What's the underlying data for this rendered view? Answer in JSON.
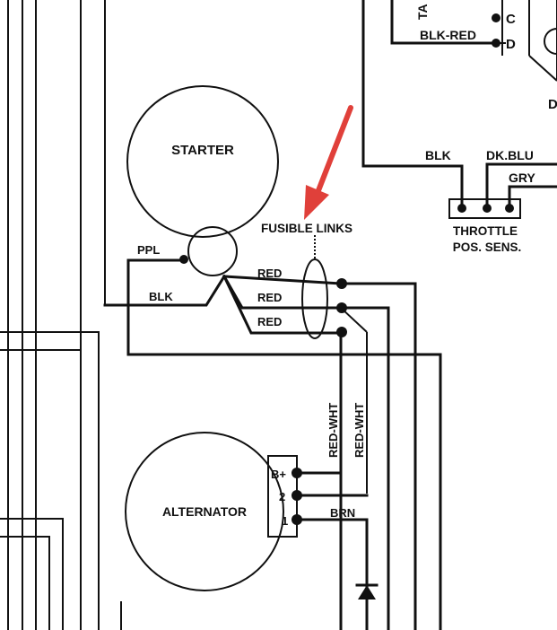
{
  "colors": {
    "ink": "#111111",
    "background": "#ffffff",
    "annotation_arrow": "#e0403a"
  },
  "components": {
    "starter": "STARTER",
    "alternator": "ALTERNATOR",
    "fusible_links": "FUSIBLE LINKS",
    "throttle_line1": "THROTTLE",
    "throttle_line2": "POS. SENS.",
    "top_right_partial_letter": "D",
    "top_partial_text": "TA"
  },
  "wires": {
    "ppl": "PPL",
    "blk_starter": "BLK",
    "red_1": "RED",
    "red_2": "RED",
    "red_3": "RED",
    "red_wht_1": "RED-WHT",
    "red_wht_2": "RED-WHT",
    "brn": "BRN",
    "blk_red": "BLK-RED",
    "blk_tps": "BLK",
    "dk_blu": "DK.BLU",
    "gry": "GRY"
  },
  "terminals": {
    "c": "C",
    "d": "D",
    "b_plus": "B+",
    "two": "2",
    "one": "1"
  },
  "icons": {
    "arrow": "arrow-icon",
    "diode": "diode-icon"
  }
}
